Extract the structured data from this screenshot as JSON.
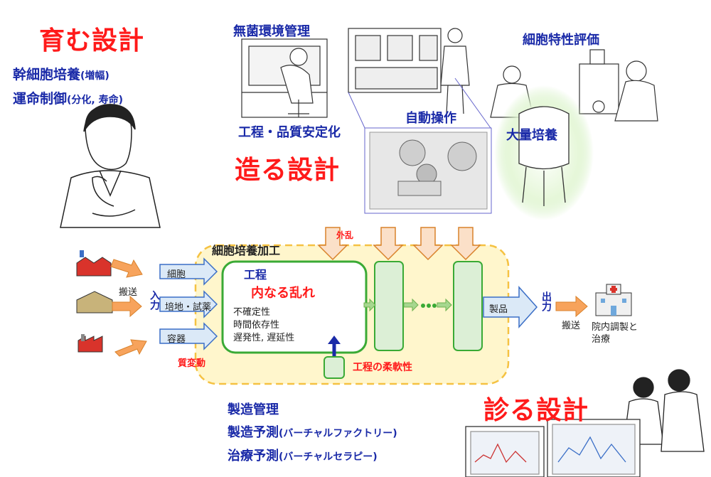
{
  "titles": {
    "grow": "育む設計",
    "make": "造る設計",
    "diagnose": "診る設計"
  },
  "grow_items": [
    {
      "main": "幹細胞培養",
      "sub": "(増幅)"
    },
    {
      "main": "運命制御",
      "sub": "(分化, 寿命)"
    }
  ],
  "make_labels": {
    "sterile": "無菌環境管理",
    "cell_eval": "細胞特性評価",
    "auto": "自動操作",
    "stable": "工程・品質安定化",
    "mass": "大量培養"
  },
  "process": {
    "title": "細胞培養加工",
    "disturbance": "外乱",
    "inputs": [
      "細胞",
      "培地・試薬",
      "容器"
    ],
    "transport": "搬送",
    "input_label": "入力",
    "quality_change": "質変動",
    "step_title": "工程",
    "internal": "内なる乱れ",
    "factors": [
      "不確定性",
      "時間依存性",
      "遅発性, 遅延性"
    ],
    "flexibility": "工程の柔軟性",
    "product": "製品",
    "output_label": "出力",
    "transport_out": "搬送",
    "hospital": "院内調製と治療"
  },
  "management": [
    {
      "main": "製造管理",
      "sub": ""
    },
    {
      "main": "製造予測",
      "sub": "(バーチャルファクトリー)"
    },
    {
      "main": "治療予測",
      "sub": "(バーチャルセラピー)"
    }
  ],
  "colors": {
    "title_red": "#ff1a1a",
    "label_blue": "#1a2aa8",
    "process_fill": "#fff6cc",
    "process_border": "#f5c242",
    "step_green": "#3aaa35",
    "arrow_orange": "#f7a35c",
    "input_blue": "#dbe9f7"
  }
}
